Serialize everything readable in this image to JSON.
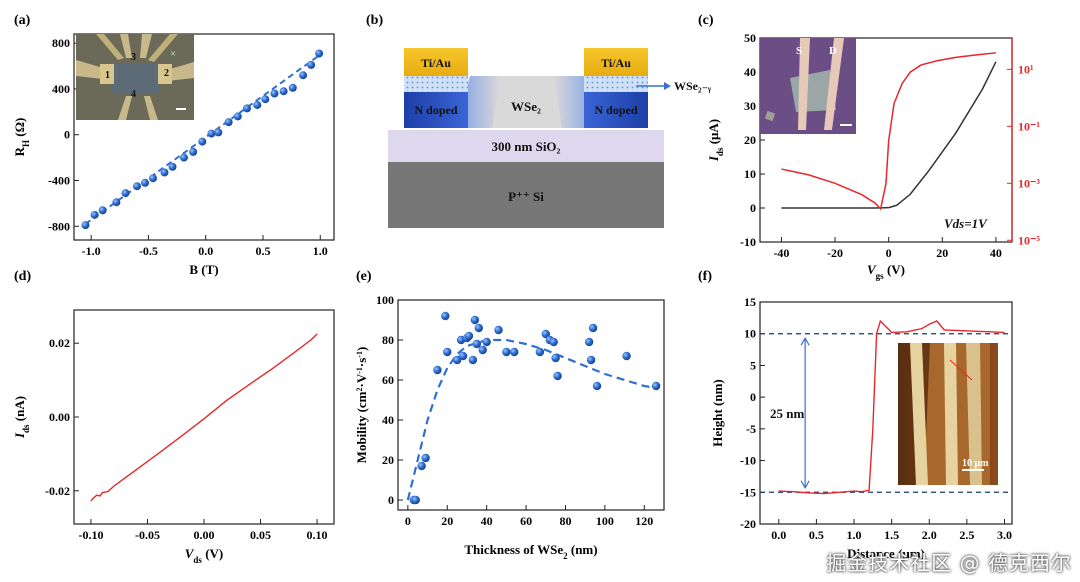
{
  "panels": {
    "a": {
      "label": "(a)"
    },
    "b": {
      "label": "(b)"
    },
    "c": {
      "label": "(c)"
    },
    "d": {
      "label": "(d)"
    },
    "e": {
      "label": "(e)"
    },
    "f": {
      "label": "(f)"
    }
  },
  "colors": {
    "blue": "#2f6fd1",
    "red": "#e8262b",
    "black": "#333333",
    "dash": "#1f3a6e"
  },
  "inset_a_labels": [
    "1",
    "2",
    "3",
    "4"
  ],
  "device_b": {
    "tiau_left": "Ti/Au",
    "tiau_right": "Ti/Au",
    "ndoped_left": "N doped",
    "ndoped_right": "N doped",
    "channel": "WSe₂",
    "oxide": "300 nm SiO₂",
    "substrate": "P⁺⁺ Si",
    "arrow_label": "WSe₂₋ᵧ"
  },
  "inset_c_labels": [
    "S",
    "D"
  ],
  "annotation_c": "Vds=1V",
  "annotation_f_step": "25 nm",
  "inset_f_scale": "10 μm",
  "watermark": "掘金技术社区 @ 德克西尔",
  "chart_data": [
    {
      "id": "a",
      "type": "scatter",
      "xlabel": "B (T)",
      "ylabel": "Rₕ (Ω)",
      "xlim": [
        -1.15,
        1.12
      ],
      "ylim": [
        -920,
        880
      ],
      "xticks": [
        -1.0,
        -0.5,
        0.0,
        0.5,
        1.0
      ],
      "yticks": [
        -800,
        -400,
        0,
        400,
        800
      ],
      "xtick_labels": [
        "-1.0",
        "-0.5",
        "0.0",
        "0.5",
        "1.0"
      ],
      "ytick_labels": [
        "-800",
        "-400",
        "0",
        "400",
        "800"
      ],
      "series": [
        {
          "values_x": [
            -1.05,
            -0.97,
            -0.9,
            -0.78,
            -0.7,
            -0.6,
            -0.53,
            -0.46,
            -0.36,
            -0.29,
            -0.19,
            -0.11,
            -0.03,
            0.05,
            0.11,
            0.2,
            0.28,
            0.36,
            0.45,
            0.52,
            0.6,
            0.68,
            0.76,
            0.85,
            0.92,
            0.99
          ],
          "values_y": [
            -790,
            -700,
            -660,
            -590,
            -510,
            -450,
            -420,
            -380,
            -330,
            -280,
            -200,
            -150,
            -60,
            10,
            20,
            110,
            160,
            230,
            260,
            310,
            360,
            380,
            410,
            520,
            610,
            710
          ]
        },
        {
          "fit_x": [
            -1.05,
            1.0
          ],
          "fit_y": [
            -780,
            700
          ]
        }
      ]
    },
    {
      "id": "c",
      "type": "line",
      "xlabel": "Vgs (V)",
      "ylabel": "Ids (μA)",
      "xlim": [
        -48,
        46
      ],
      "ylim": [
        -10,
        50
      ],
      "xticks": [
        -40,
        -20,
        0,
        20,
        40
      ],
      "yticks": [
        -10,
        0,
        10,
        20,
        30,
        40,
        50
      ],
      "xtick_labels": [
        "-40",
        "-20",
        "0",
        "20",
        "40"
      ],
      "ytick_labels": [
        "-10",
        "0",
        "10",
        "20",
        "30",
        "40",
        "50"
      ],
      "y2_log_ticks": [
        -5,
        -3,
        -1,
        1
      ],
      "y2_tick_labels": [
        "10⁻⁵",
        "10⁻³",
        "10⁻¹",
        "10¹"
      ],
      "y2lim_log": [
        -5.06,
        2.1
      ],
      "series": [
        {
          "name": "linear",
          "x": [
            -40,
            -20,
            -5,
            0,
            3,
            8,
            15,
            25,
            35,
            40
          ],
          "y": [
            0,
            0,
            0,
            0.1,
            0.8,
            4,
            11,
            22,
            35,
            43
          ]
        },
        {
          "name": "log",
          "x": [
            -40,
            -30,
            -20,
            -10,
            -5,
            -3,
            -1,
            0,
            2,
            5,
            8,
            12,
            18,
            25,
            32,
            40
          ],
          "y": [
            -2.5,
            -2.7,
            -3.0,
            -3.4,
            -3.7,
            -3.9,
            -3.0,
            -1.5,
            -0.2,
            0.5,
            0.9,
            1.15,
            1.3,
            1.42,
            1.5,
            1.58
          ]
        }
      ]
    },
    {
      "id": "d",
      "type": "line",
      "xlabel": "Vds (V)",
      "ylabel": "Ids (nA)",
      "xlim": [
        -0.115,
        0.115
      ],
      "ylim": [
        -0.029,
        0.029
      ],
      "xticks": [
        -0.1,
        -0.05,
        0.0,
        0.05,
        0.1
      ],
      "yticks": [
        -0.02,
        0.0,
        0.02
      ],
      "xtick_labels": [
        "-0.10",
        "-0.05",
        "0.00",
        "0.05",
        "0.10"
      ],
      "ytick_labels": [
        "-0.02",
        "0.00",
        "0.02"
      ],
      "series": [
        {
          "x": [
            -0.1,
            -0.098,
            -0.095,
            -0.092,
            -0.09,
            -0.085,
            -0.08,
            -0.06,
            -0.04,
            -0.02,
            0.0,
            0.02,
            0.04,
            0.06,
            0.08,
            0.095,
            0.1
          ],
          "y": [
            -0.0228,
            -0.022,
            -0.0212,
            -0.0214,
            -0.0205,
            -0.0202,
            -0.0188,
            -0.0143,
            -0.0098,
            -0.0052,
            -0.0005,
            0.0045,
            0.0088,
            0.013,
            0.0175,
            0.021,
            0.0225
          ]
        }
      ]
    },
    {
      "id": "e",
      "type": "scatter",
      "xlabel": "Thickness of WSe₂ (nm)",
      "ylabel": "Mobility (cm²·V⁻¹·s⁻¹)",
      "xlim": [
        -5,
        130
      ],
      "ylim": [
        -5,
        100
      ],
      "xticks": [
        0,
        20,
        40,
        60,
        80,
        100,
        120
      ],
      "yticks": [
        0,
        20,
        40,
        60,
        80,
        100
      ],
      "xtick_labels": [
        "0",
        "20",
        "40",
        "60",
        "80",
        "100",
        "120"
      ],
      "ytick_labels": [
        "0",
        "20",
        "40",
        "60",
        "80",
        "100"
      ],
      "series": [
        {
          "values_x": [
            3,
            4,
            7,
            9,
            15,
            19,
            20,
            25,
            27,
            28,
            30,
            31,
            33,
            34,
            35,
            36,
            38,
            40,
            46,
            50,
            54,
            67,
            70,
            72,
            74,
            75,
            76,
            92,
            93,
            94,
            96,
            111,
            126
          ],
          "values_y": [
            0,
            0,
            17,
            21,
            65,
            92,
            74,
            70,
            80,
            72,
            81,
            82,
            70,
            90,
            78,
            86,
            75,
            79,
            85,
            74,
            74,
            74,
            83,
            80,
            79,
            71,
            62,
            79,
            70,
            86,
            57,
            72,
            57
          ]
        },
        {
          "fit_x": [
            0,
            5,
            10,
            15,
            20,
            25,
            30,
            40,
            50,
            60,
            70,
            80,
            90,
            100,
            110,
            120,
            126
          ],
          "fit_y": [
            0,
            20,
            40,
            55,
            66,
            73,
            77,
            80,
            80,
            78,
            75,
            71,
            67,
            63,
            60,
            57,
            56
          ]
        }
      ]
    },
    {
      "id": "f",
      "type": "line",
      "xlabel": "Distance (μm)",
      "ylabel": "Height (nm)",
      "xlim": [
        -0.25,
        3.1
      ],
      "ylim": [
        -20,
        15
      ],
      "xticks": [
        0.0,
        0.5,
        1.0,
        1.5,
        2.0,
        2.5,
        3.0
      ],
      "yticks": [
        -20,
        -15,
        -10,
        -5,
        0,
        5,
        10,
        15
      ],
      "xtick_labels": [
        "0.0",
        "0.5",
        "1.0",
        "1.5",
        "2.0",
        "2.5",
        "3.0"
      ],
      "ytick_labels": [
        "-20",
        "-15",
        "-10",
        "-5",
        "0",
        "5",
        "10",
        "15"
      ],
      "reference_lines": [
        10,
        -15
      ],
      "series": [
        {
          "x": [
            0.0,
            0.2,
            0.4,
            0.6,
            0.8,
            1.0,
            1.1,
            1.2,
            1.25,
            1.3,
            1.35,
            1.5,
            1.7,
            1.9,
            2.0,
            2.1,
            2.2,
            2.4,
            2.6,
            2.8,
            3.0
          ],
          "y": [
            -14.8,
            -14.9,
            -15.1,
            -15.2,
            -15.0,
            -14.8,
            -14.9,
            -14.7,
            -5,
            10,
            12,
            10.2,
            10.3,
            10.8,
            11.5,
            12,
            10.6,
            10.5,
            10.4,
            10.3,
            10.2
          ]
        }
      ]
    }
  ]
}
